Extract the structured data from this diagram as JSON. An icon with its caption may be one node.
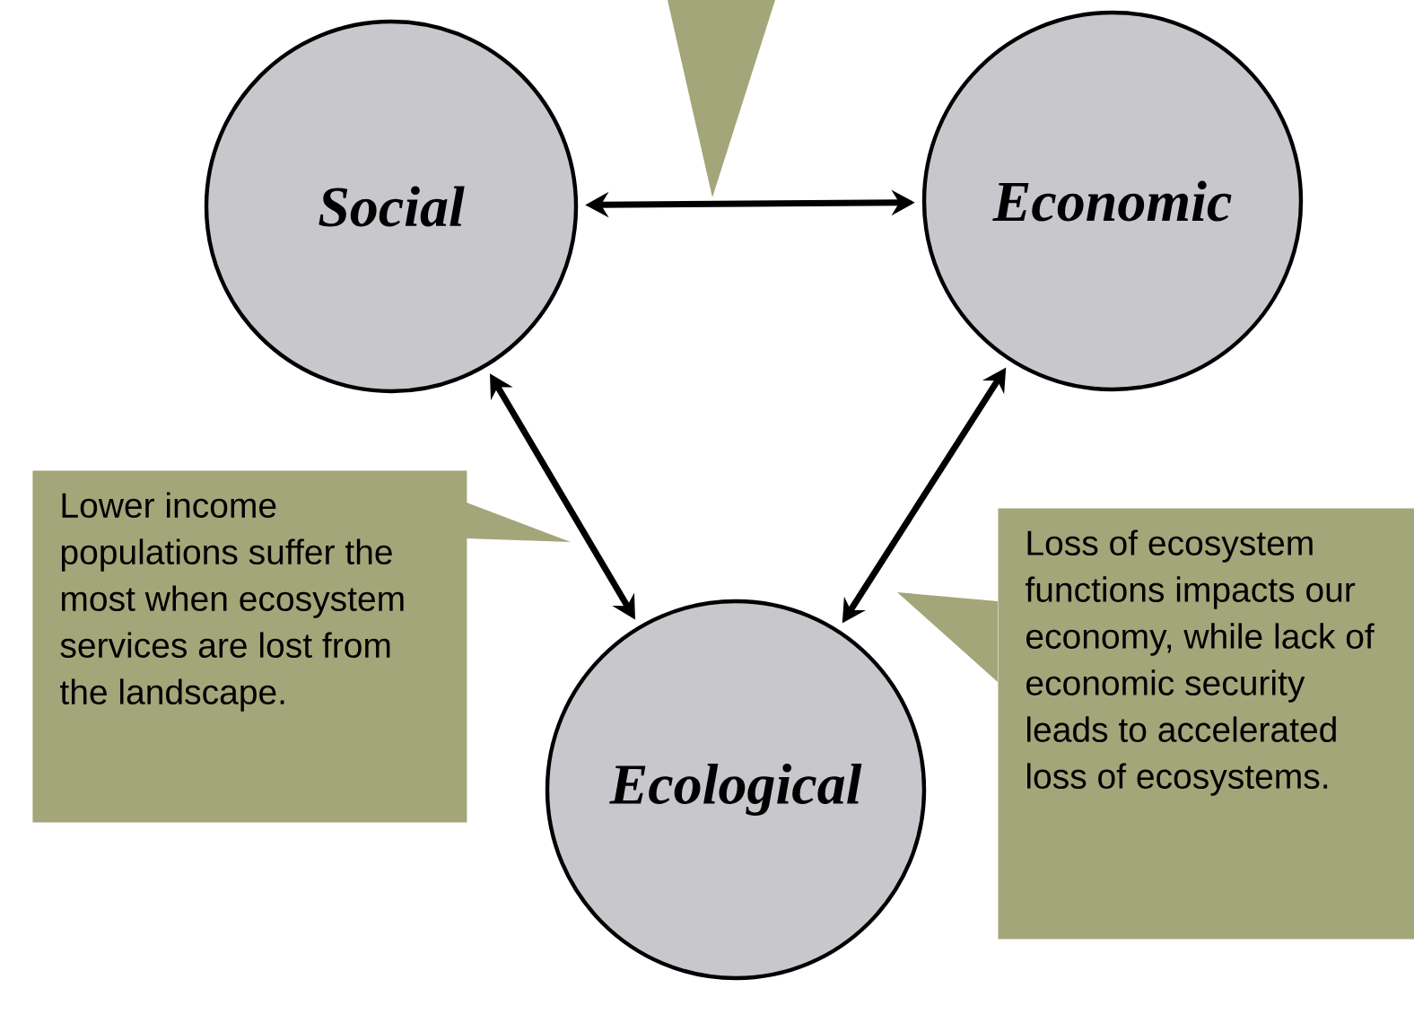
{
  "diagram": {
    "nodes": [
      {
        "text": [
          "Social"
        ]
      },
      {
        "text": [
          "Economic"
        ]
      },
      {
        "text": [
          "Lower income populations suffer the most when ecosystem services are lost from the landscape."
        ]
      },
      {
        "text": [
          "Loss of ecosystem functions impacts our economy, while lack of economic security leads to accelerated loss of ecosystems."
        ]
      },
      {
        "text": [
          "Ecological"
        ]
      },
      {
        "text": [],
        "shape": "callout"
      }
    ],
    "edges": [
      {
        "from": 0,
        "to": 1,
        "arrow": "both"
      },
      {
        "from": 0,
        "to": 4,
        "arrow": "both"
      },
      {
        "from": 1,
        "to": 4,
        "arrow": "both"
      }
    ]
  }
}
